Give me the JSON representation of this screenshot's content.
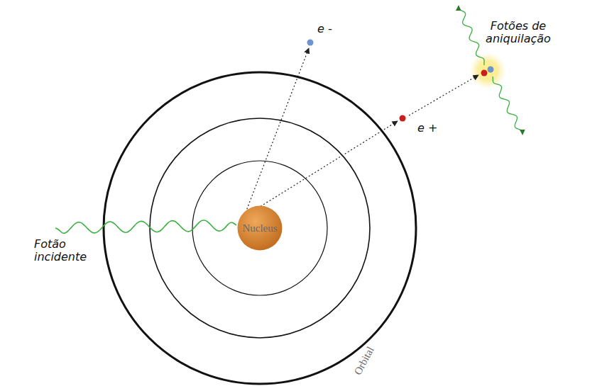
{
  "diagram": {
    "nodes": [
      {
        "text": [
          "Nucleus"
        ]
      }
    ],
    "labels": [
      "e -",
      "e +",
      "Fotões de aniquilação",
      "Fotão incidente",
      "Orbital"
    ]
  }
}
